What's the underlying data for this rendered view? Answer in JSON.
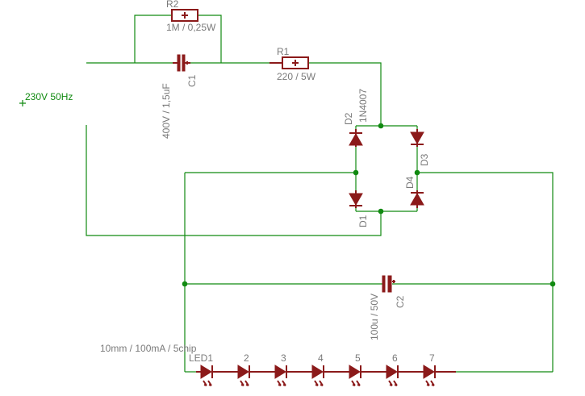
{
  "colors": {
    "wire": "#118a11",
    "component": "#8b1a1a",
    "text": "#7a7a7a"
  },
  "source": {
    "label": "230V 50Hz"
  },
  "r2": {
    "name": "R2",
    "value": "1M / 0,25W"
  },
  "c1": {
    "name": "C1",
    "value": "400V / 1,5uF"
  },
  "r1": {
    "name": "R1",
    "value": "220 / 5W"
  },
  "d2": {
    "name": "D2",
    "value": "1N4007"
  },
  "d1": {
    "name": "D1"
  },
  "d3": {
    "name": "D3"
  },
  "d4": {
    "name": "D4"
  },
  "c2": {
    "name": "C2",
    "value": "100u / 50V"
  },
  "leds": {
    "note": "10mm / 100mA / 5chip",
    "labels": [
      "LED1",
      "2",
      "3",
      "4",
      "5",
      "6",
      "7"
    ]
  }
}
